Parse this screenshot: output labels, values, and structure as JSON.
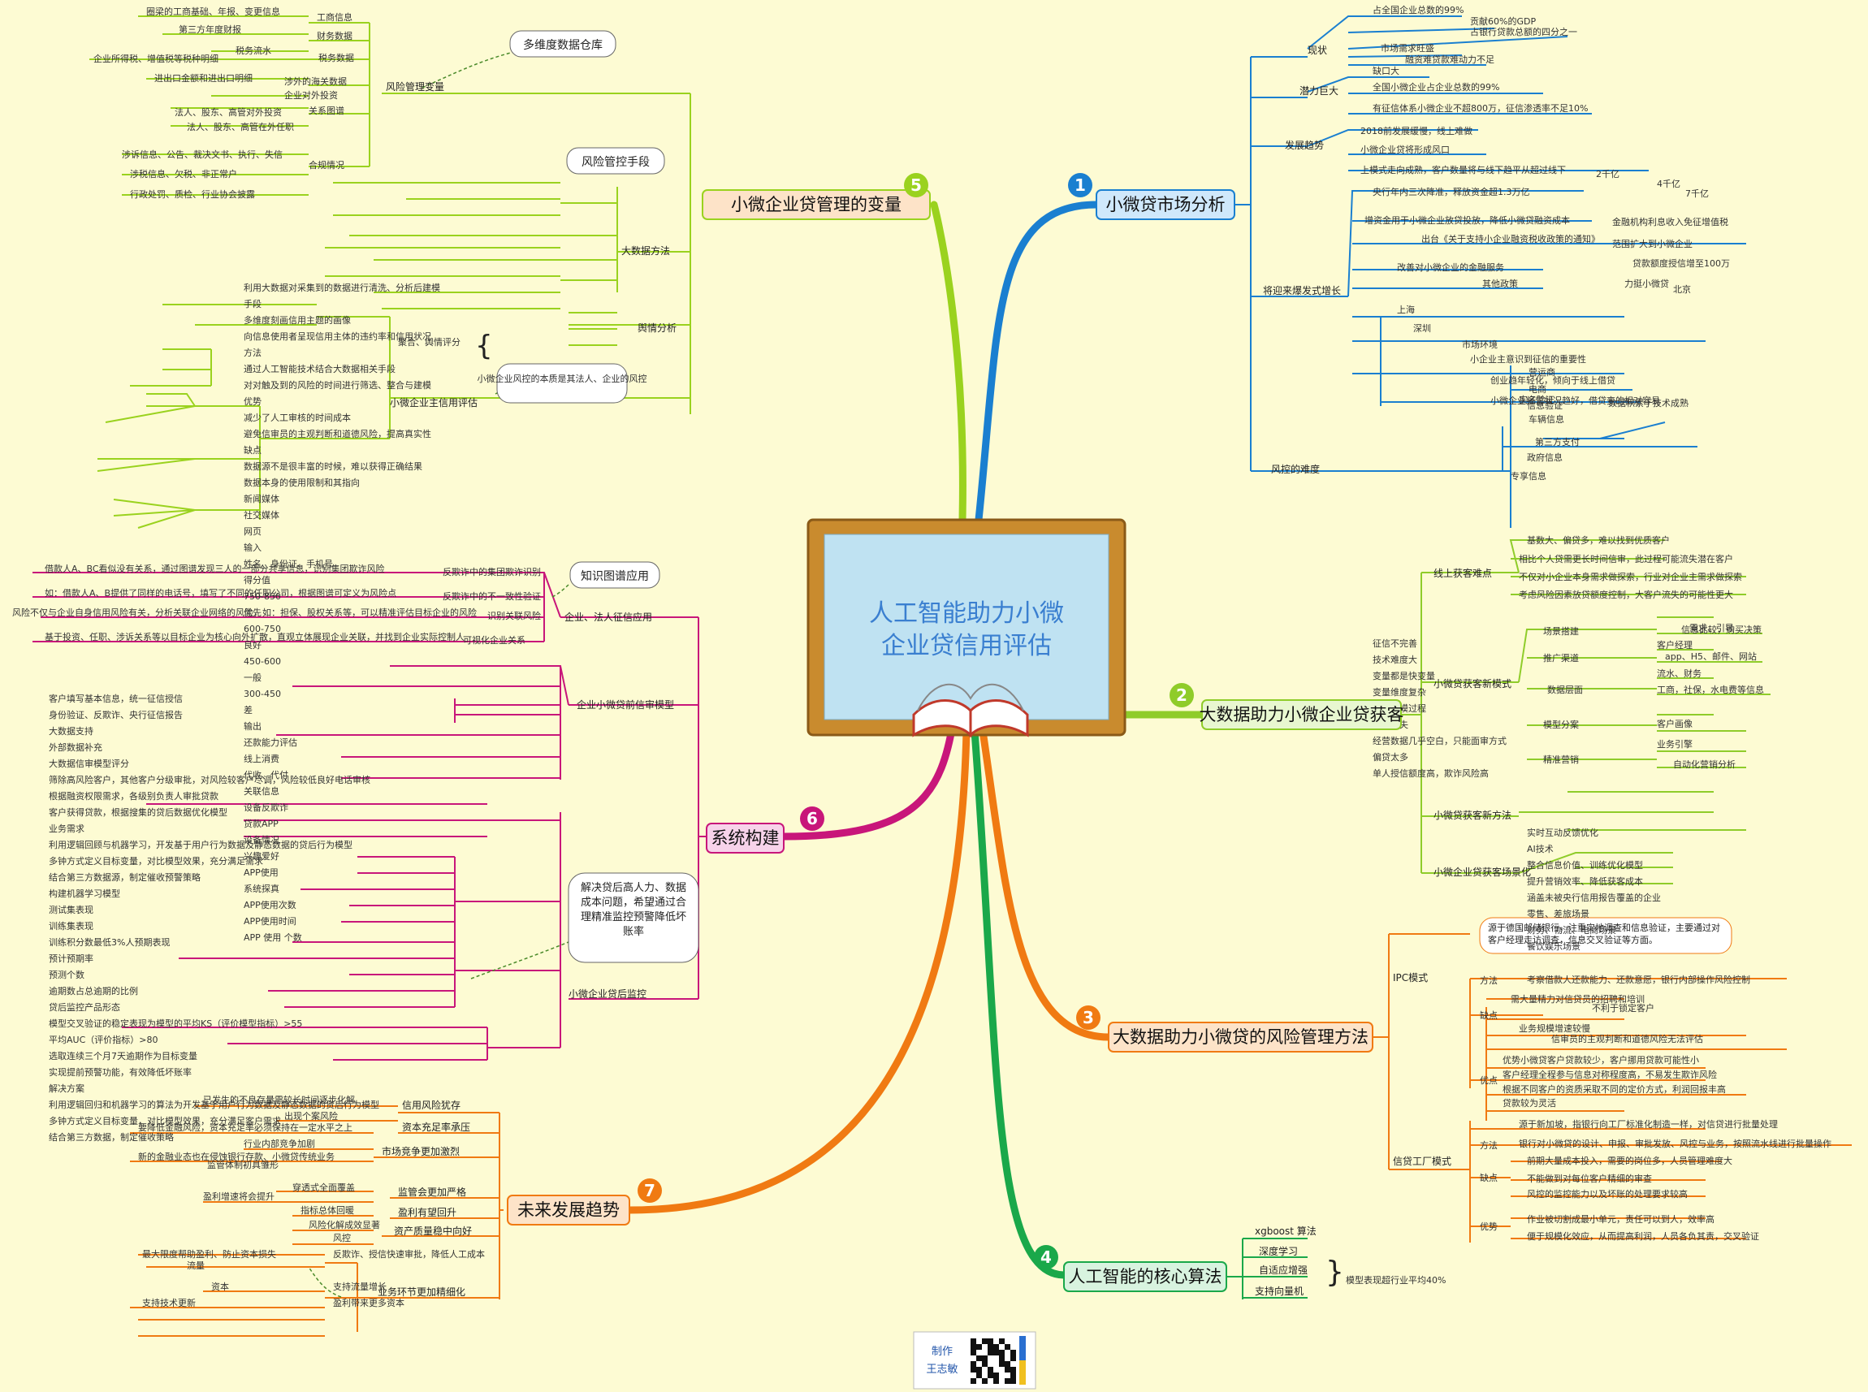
{
  "center": {
    "line1": "人工智能助力小微",
    "line2": "企业贷信用评估"
  },
  "credit": {
    "line1": "制作",
    "line2": "王志敏"
  },
  "colors": {
    "b1": "#1a7fd0",
    "b2": "#8fcc2a",
    "b3": "#f07a12",
    "b4": "#1aa84a",
    "b5": "#9ad21e",
    "b6": "#c8167a",
    "b7": "#f07a12"
  },
  "branches": [
    {
      "id": "b1",
      "num": "1",
      "title": "小微贷市场分析",
      "subs": [
        {
          "label": "现状",
          "leaves": [
            "占全国企业总数的99%",
            "贡献60%的GDP",
            "占银行贷款总额的四分之一",
            "市场需求旺盛",
            "融资难贷款难动力不足"
          ]
        },
        {
          "label": "潜力巨大",
          "leaves": [
            "缺口大",
            "全国小微企业占企业总数的99%",
            "有征信体系小微企业不超800万，征信渗透率不足10%"
          ]
        },
        {
          "label": "发展趋势",
          "leaves": [
            "2018前发展缓慢，线上难做",
            "小微企业贷将形成风口",
            "上模式走向成熟，客户数量将与线下趋平从超过线下"
          ]
        },
        {
          "label": "将迎来爆发式增长",
          "leaves": [
            "央行年内三次降准，释放资金超1.3万亿",
            "2千亿",
            "4千亿",
            "7千亿",
            "增资金用于小微企业放贷投放，降低小微贷融资成本",
            "金融机构利息收入免征增值税",
            "出台《关于支持小企业融资税收政策的通知》",
            "范围扩大到小微企业",
            "贷款额度授信增至100万",
            "改善对小微企业的金融服务",
            "其他政策",
            "力挺小微贷",
            "北京",
            "上海",
            "深圳",
            "市场环境",
            "小企业主意识到征信的重要性",
            "创业趋年轻化，倾向于线上借贷",
            "小微企业经营状况趋好，借贷变的相对容易",
            "数据积累于技术成熟",
            "营运商",
            "电商",
            "实名验证",
            "信息验证",
            "车辆信息",
            "第三方支付",
            "政府信息",
            "专享信息"
          ]
        },
        {
          "label": "风控的难度",
          "leaves": [
            "征信不完善",
            "技术难度大",
            "变量都是快变量",
            "变量维度复杂",
            "变量建模过程",
            "数据缺失",
            "经营数据几乎空白，只能面审方式",
            "偏贷太多",
            "单人授信额度高，欺诈风险高"
          ]
        }
      ]
    },
    {
      "id": "b2",
      "num": "2",
      "title": "大数据助力小微企业贷获客",
      "subs": [
        {
          "label": "线上获客难点",
          "leaves": [
            "基数大、偏贷多，难以找到优质客户",
            "相比个人贷需更长时间信审，此过程可能流失潜在客户",
            "不仅对小企业本身需求做探索，行业对企业主需求做探索",
            "考虑风险因素放贷额度控制，大客户流失的可能性更大"
          ]
        },
        {
          "label": "小微贷获客新模式",
          "leaves": [
            "场景搭建",
            "需求、引导",
            "信息比较，购买决策",
            "推广渠道",
            "客户经理",
            "app、H5、邮件、网站",
            "数据层面",
            "流水、财务",
            "工商，社保，水电费等信息",
            "模型分案",
            "客户画像",
            "精准营销",
            "业务引擎",
            "自动化营销分析",
            "实时互动反馈优化"
          ]
        },
        {
          "label": "小微贷获客新方法",
          "leaves": [
            "AI技术",
            "整合信息价值、训练优化模型",
            "提升营销效率、降低获客成本",
            "涵盖未被央行信用报告覆盖的企业"
          ]
        },
        {
          "label": "小微企业贷获客场景化",
          "leaves": [
            "零售、差旅场景",
            "财务、物流、电商场景",
            "餐饮娱乐场景"
          ]
        }
      ]
    },
    {
      "id": "b3",
      "num": "3",
      "title": "大数据助力小微贷的风险管理方法",
      "subs": [
        {
          "label": "IPC模式",
          "leaves": [
            "源于德国邮储银行，注重实地调查和信息验证，主要通过对客户经理走访调查，信息交叉验证等方面。",
            "方法",
            "考察借款人还款能力、还款意愿，银行内部操作风险控制",
            "缺点",
            "需大量精力对信贷员的招聘和培训",
            "不利于锁定客户",
            "业务规模增速较慢",
            "信审员的主观判断和道德风险无法评估",
            "优点",
            "优势小微贷客户贷款较少，客户挪用贷款可能性小",
            "客户经理全程参与信息对称程度高，不易发生欺诈风险",
            "根据不同客户的资质采取不同的定价方式，利润回报丰高",
            "贷款较为灵活"
          ]
        },
        {
          "label": "信贷工厂模式",
          "leaves": [
            "源于新加坡，指银行向工厂标准化制造一样，对信贷进行批量处理",
            "方法",
            "银行对小微贷的设计、申报、审批发放、风控与业务，按照流水线进行批量操作",
            "缺点",
            "前期大量成本投入，需要的岗位多，人员管理难度大",
            "不能做到对每位客户精细的审查",
            "风控的监控能力以及坏账的处理要求较高",
            "优势",
            "作业被切割成最小单元，责任可以到人，效率高",
            "便于规模化效应，从而提高利润，人员各负其责，交叉验证"
          ]
        }
      ]
    },
    {
      "id": "b4",
      "num": "4",
      "title": "人工智能的核心算法",
      "subs": [
        {
          "label": "xgboost 算法",
          "leaves": []
        },
        {
          "label": "深度学习",
          "leaves": []
        },
        {
          "label": "自适应增强",
          "leaves": []
        },
        {
          "label": "支持向量机",
          "leaves": []
        }
      ],
      "note": "模型表现超行业平均40%"
    },
    {
      "id": "b5",
      "num": "5",
      "title": "小微企业贷管理的变量",
      "subs": [
        {
          "label": "风险管理变量",
          "leaves": [
            "工商信息",
            "圈梁的工商基础、年报、变更信息",
            "财务数据",
            "第三方年度财报",
            "税务流水",
            "税务数据",
            "企业所得税、增值税等税种明细",
            "涉外的海关数据",
            "进出口金额和进出口明细",
            "企业对外投资",
            "关系图谱",
            "法人、股东、高管对外投资",
            "法人、股东、高管在外任职",
            "涉诉信息、公告、裁决文书、执行、失信",
            "合规情况",
            "涉税信息、欠税、非正常户",
            "行政处罚、质检、行业协会披露"
          ]
        },
        {
          "label": "大数据方法",
          "leaves": [
            "利用大数据对采集到的数据进行清洗、分析后建模",
            "手段",
            "多维度刻画信用主题的画像",
            "向信息使用者呈现信用主体的违约率和信用状况",
            "方法",
            "通过人工智能技术结合大数据相关手段",
            "对对触及到的风险的时间进行筛选、整合与建模",
            "优势",
            "减少了人工审核的时间成本",
            "避免信审员的主观判断和道德风险，提高真实性",
            "缺点",
            "数据源不是很丰富的时候，难以获得正确结果",
            "数据本身的使用限制和其指向"
          ]
        },
        {
          "label": "舆情分析",
          "leaves": [
            "新闻媒体",
            "社交媒体",
            "网页"
          ]
        },
        {
          "label": "小微企业主信用评估",
          "leaves": [
            "输入",
            "姓名、身份证、手机号",
            "得分值",
            "750-850",
            "优先",
            "600-750",
            "良好",
            "450-600",
            "一般",
            "300-450",
            "差",
            "输出",
            "还款能力评估",
            "线上消费",
            "代收、代付",
            "关联信息",
            "设备反欺诈",
            "贷款APP",
            "设备情况",
            "兴趣爱好",
            "APP使用",
            "系统探真",
            "APP使用次数",
            "APP使用时间",
            "APP 使用 个数"
          ]
        }
      ],
      "callouts": [
        "多维度数据仓库",
        "风险管控手段",
        "聚合、舆情评分",
        "小微企业风控的本质是其法人、企业的风控"
      ]
    },
    {
      "id": "b6",
      "num": "6",
      "title": "系统构建",
      "subs": [
        {
          "label": "企业、法人征信应用",
          "leaves": [
            "借款人A、BC看似没有关系，通过图谱发现三人的一部分共享信息，识别集团欺诈风险",
            "反欺诈中的集团欺诈识别",
            "如：借款人A、B提供了同样的电话号，填写了不同的任职公司，根据图谱可定义为风险点",
            "反欺诈中的不一致性验证",
            "风险不仅与企业自身信用风险有关，分析关联企业网络的风险，如：担保、股权关系等，可以精准评估目标企业的风险",
            "识别关联风险",
            "基于投资、任职、涉诉关系等以目标企业为核心向外扩散，直观立体展现企业关联，并找到企业实际控制人",
            "可视化企业关系"
          ]
        },
        {
          "label": "企业小微贷前信审模型",
          "leaves": [
            "客户填写基本信息，统一征信授信",
            "身份验证、反欺诈、央行征信报告",
            "大数据支持",
            "外部数据补充",
            "大数据信审模型评分",
            "筛除高风险客户，其他客户分级审批，对风险较客户尽调，风险较低良好电话审核",
            "根据融资权限需求，各级别负责人审批贷款",
            "客户获得贷款，根据搜集的贷后数据优化模型"
          ]
        },
        {
          "label": "小微企业贷后监控",
          "leaves": [
            "业务需求",
            "利用逻辑回顾与机器学习，开发基于用户行为数据及静态数据的贷后行为模型",
            "多钟方式定义目标变量，对比模型效果，充分满足需求",
            "结合第三方数据源，制定催收预警策略",
            "构建机器学习模型",
            "测试集表现",
            "训练集表现",
            "训练积分数最低3%人预期表现",
            "预计预期率",
            "预测个数",
            "逾期数占总逾期的比例",
            "贷后监控产品形态",
            "模型交叉验证的稳定表现为模型的平均KS（评价模型指标）>55",
            "平均AUC（评价指标）>80",
            "选取连续三个月7天逾期作为目标变量",
            "实现提前预警功能，有效降低坏账率",
            "解决方案",
            "利用逻辑回归和机器学习的算法为开发基于用户行为数据及静态数据的贷后行为模型",
            "多钟方式定义目标变量，对比模型效果，充分满足客户需求",
            "结合第三方数据，制定催收策略"
          ]
        }
      ],
      "callouts": [
        "知识图谱应用",
        "解决贷后高人力、数据成本问题，希望通过合理精准监控预警降低坏账率"
      ]
    },
    {
      "id": "b7",
      "num": "7",
      "title": "未来发展趋势",
      "subs": [
        {
          "label": "信用风险犹存",
          "leaves": [
            "已发生的不良存量需较长时间逐步化解",
            "出现个案风险"
          ]
        },
        {
          "label": "资本充足率承压",
          "leaves": [
            "要降低金融风险，资本充足率必须保持在一定水平之上"
          ]
        },
        {
          "label": "市场竞争更加激烈",
          "leaves": [
            "行业内部竞争加剧",
            "新的金融业态也在侵蚀银行存款、小微贷传统业务"
          ]
        },
        {
          "label": "监管会更加严格",
          "leaves": [
            "监管体制初具雏形",
            "穿透式全面覆盖"
          ]
        },
        {
          "label": "盈利有望回升",
          "leaves": [
            "盈利增速将会提升"
          ]
        },
        {
          "label": "资产质量稳中向好",
          "leaves": [
            "指标总体回暖",
            "风险化解成效显著"
          ]
        },
        {
          "label": "业务环节更加精细化",
          "leaves": [
            "风控",
            "反欺诈、授信快速审批，降低人工成本",
            "最大限度帮助盈利、防止资本损失",
            "流量",
            "支持流量增长",
            "资本",
            "盈利带来更多资本",
            "支持技术更新"
          ]
        }
      ]
    }
  ]
}
